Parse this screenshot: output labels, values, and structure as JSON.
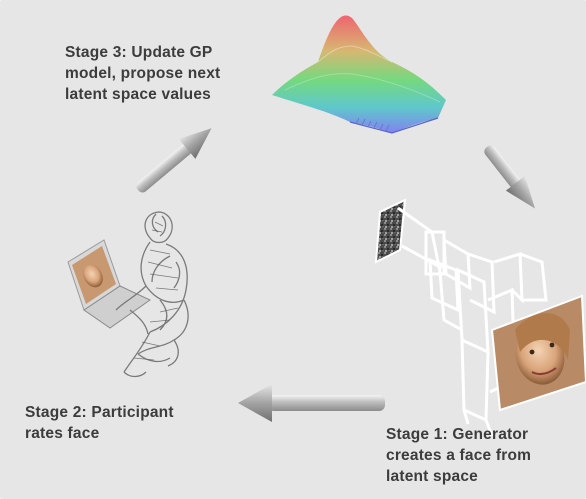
{
  "stages": [
    {
      "id": "stage-3",
      "lines": [
        "Stage 3: Update GP",
        "model, propose next",
        "latent space values"
      ]
    },
    {
      "id": "stage-2",
      "lines": [
        "Stage 2: Participant",
        "rates face"
      ]
    },
    {
      "id": "stage-1",
      "lines": [
        "Stage 1: Generator",
        "creates a face from",
        "latent space"
      ]
    }
  ],
  "colors": {
    "background": "#e6e6e6",
    "label_text": "#3c3c3c",
    "arrow": "#9a9a9a",
    "surface_peak": "#e8646a",
    "surface_mid": "#7fd67a",
    "surface_base": "#7a86e8"
  },
  "icons": [
    "gp-surface-3d",
    "cycle-arrow",
    "network-generator",
    "face-image",
    "participant-with-laptop"
  ]
}
